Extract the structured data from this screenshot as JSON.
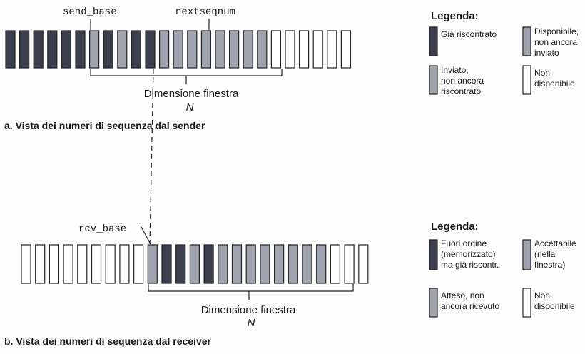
{
  "colors": {
    "acked": "#3b3e4c",
    "sent": "#9fa4ae",
    "usable": "#9fa4ae",
    "not_usable": "#ffffff",
    "out_of_order": "#3b3e4c",
    "expected": "#9fa4ae",
    "acceptable": "#9fa4ae",
    "stroke": "#222222"
  },
  "sender": {
    "pointers": {
      "send_base": "send_base",
      "nextseqnum": "nextseqnum"
    },
    "packets": [
      "acked",
      "acked",
      "acked",
      "acked",
      "acked",
      "acked",
      "sent",
      "acked",
      "sent",
      "acked",
      "acked",
      "sent",
      "sent",
      "sent",
      "usable",
      "usable",
      "usable",
      "usable",
      "usable",
      "not_usable",
      "not_usable",
      "not_usable",
      "not_usable",
      "not_usable",
      "not_usable"
    ],
    "window_label": "Dimensione finestra",
    "window_n": "N",
    "caption": "a. Vista dei numeri di sequenza dal sender",
    "legend": {
      "title": "Legenda:",
      "items": [
        {
          "key": "acked",
          "text": [
            "Già riscontrato"
          ]
        },
        {
          "key": "usable",
          "text": [
            "Disponibile,",
            "non ancora",
            "inviato"
          ]
        },
        {
          "key": "sent",
          "text": [
            "Inviato,",
            "non ancora",
            "riscontrato"
          ]
        },
        {
          "key": "not_usable",
          "text": [
            "Non",
            "disponibile"
          ]
        }
      ]
    }
  },
  "receiver": {
    "pointers": {
      "rcv_base": "rcv_base"
    },
    "packets": [
      "not_usable",
      "not_usable",
      "not_usable",
      "not_usable",
      "not_usable",
      "not_usable",
      "not_usable",
      "not_usable",
      "not_usable",
      "expected",
      "out_of_order",
      "out_of_order",
      "acceptable",
      "out_of_order",
      "acceptable",
      "acceptable",
      "acceptable",
      "acceptable",
      "acceptable",
      "acceptable",
      "acceptable",
      "acceptable",
      "not_usable",
      "not_usable",
      "not_usable"
    ],
    "window_label": "Dimensione finestra",
    "window_n": "N",
    "caption": "b. Vista dei numeri di sequenza dal receiver",
    "legend": {
      "title": "Legenda:",
      "items": [
        {
          "key": "out_of_order",
          "text": [
            "Fuori ordine",
            "(memorizzato)",
            "ma già riscontr."
          ]
        },
        {
          "key": "acceptable",
          "text": [
            "Accettabile",
            "(nella",
            "finestra)"
          ]
        },
        {
          "key": "expected",
          "text": [
            "Atteso, non",
            "ancora ricevuto"
          ]
        },
        {
          "key": "not_usable",
          "text": [
            "Non",
            "disponibile"
          ]
        }
      ]
    }
  }
}
